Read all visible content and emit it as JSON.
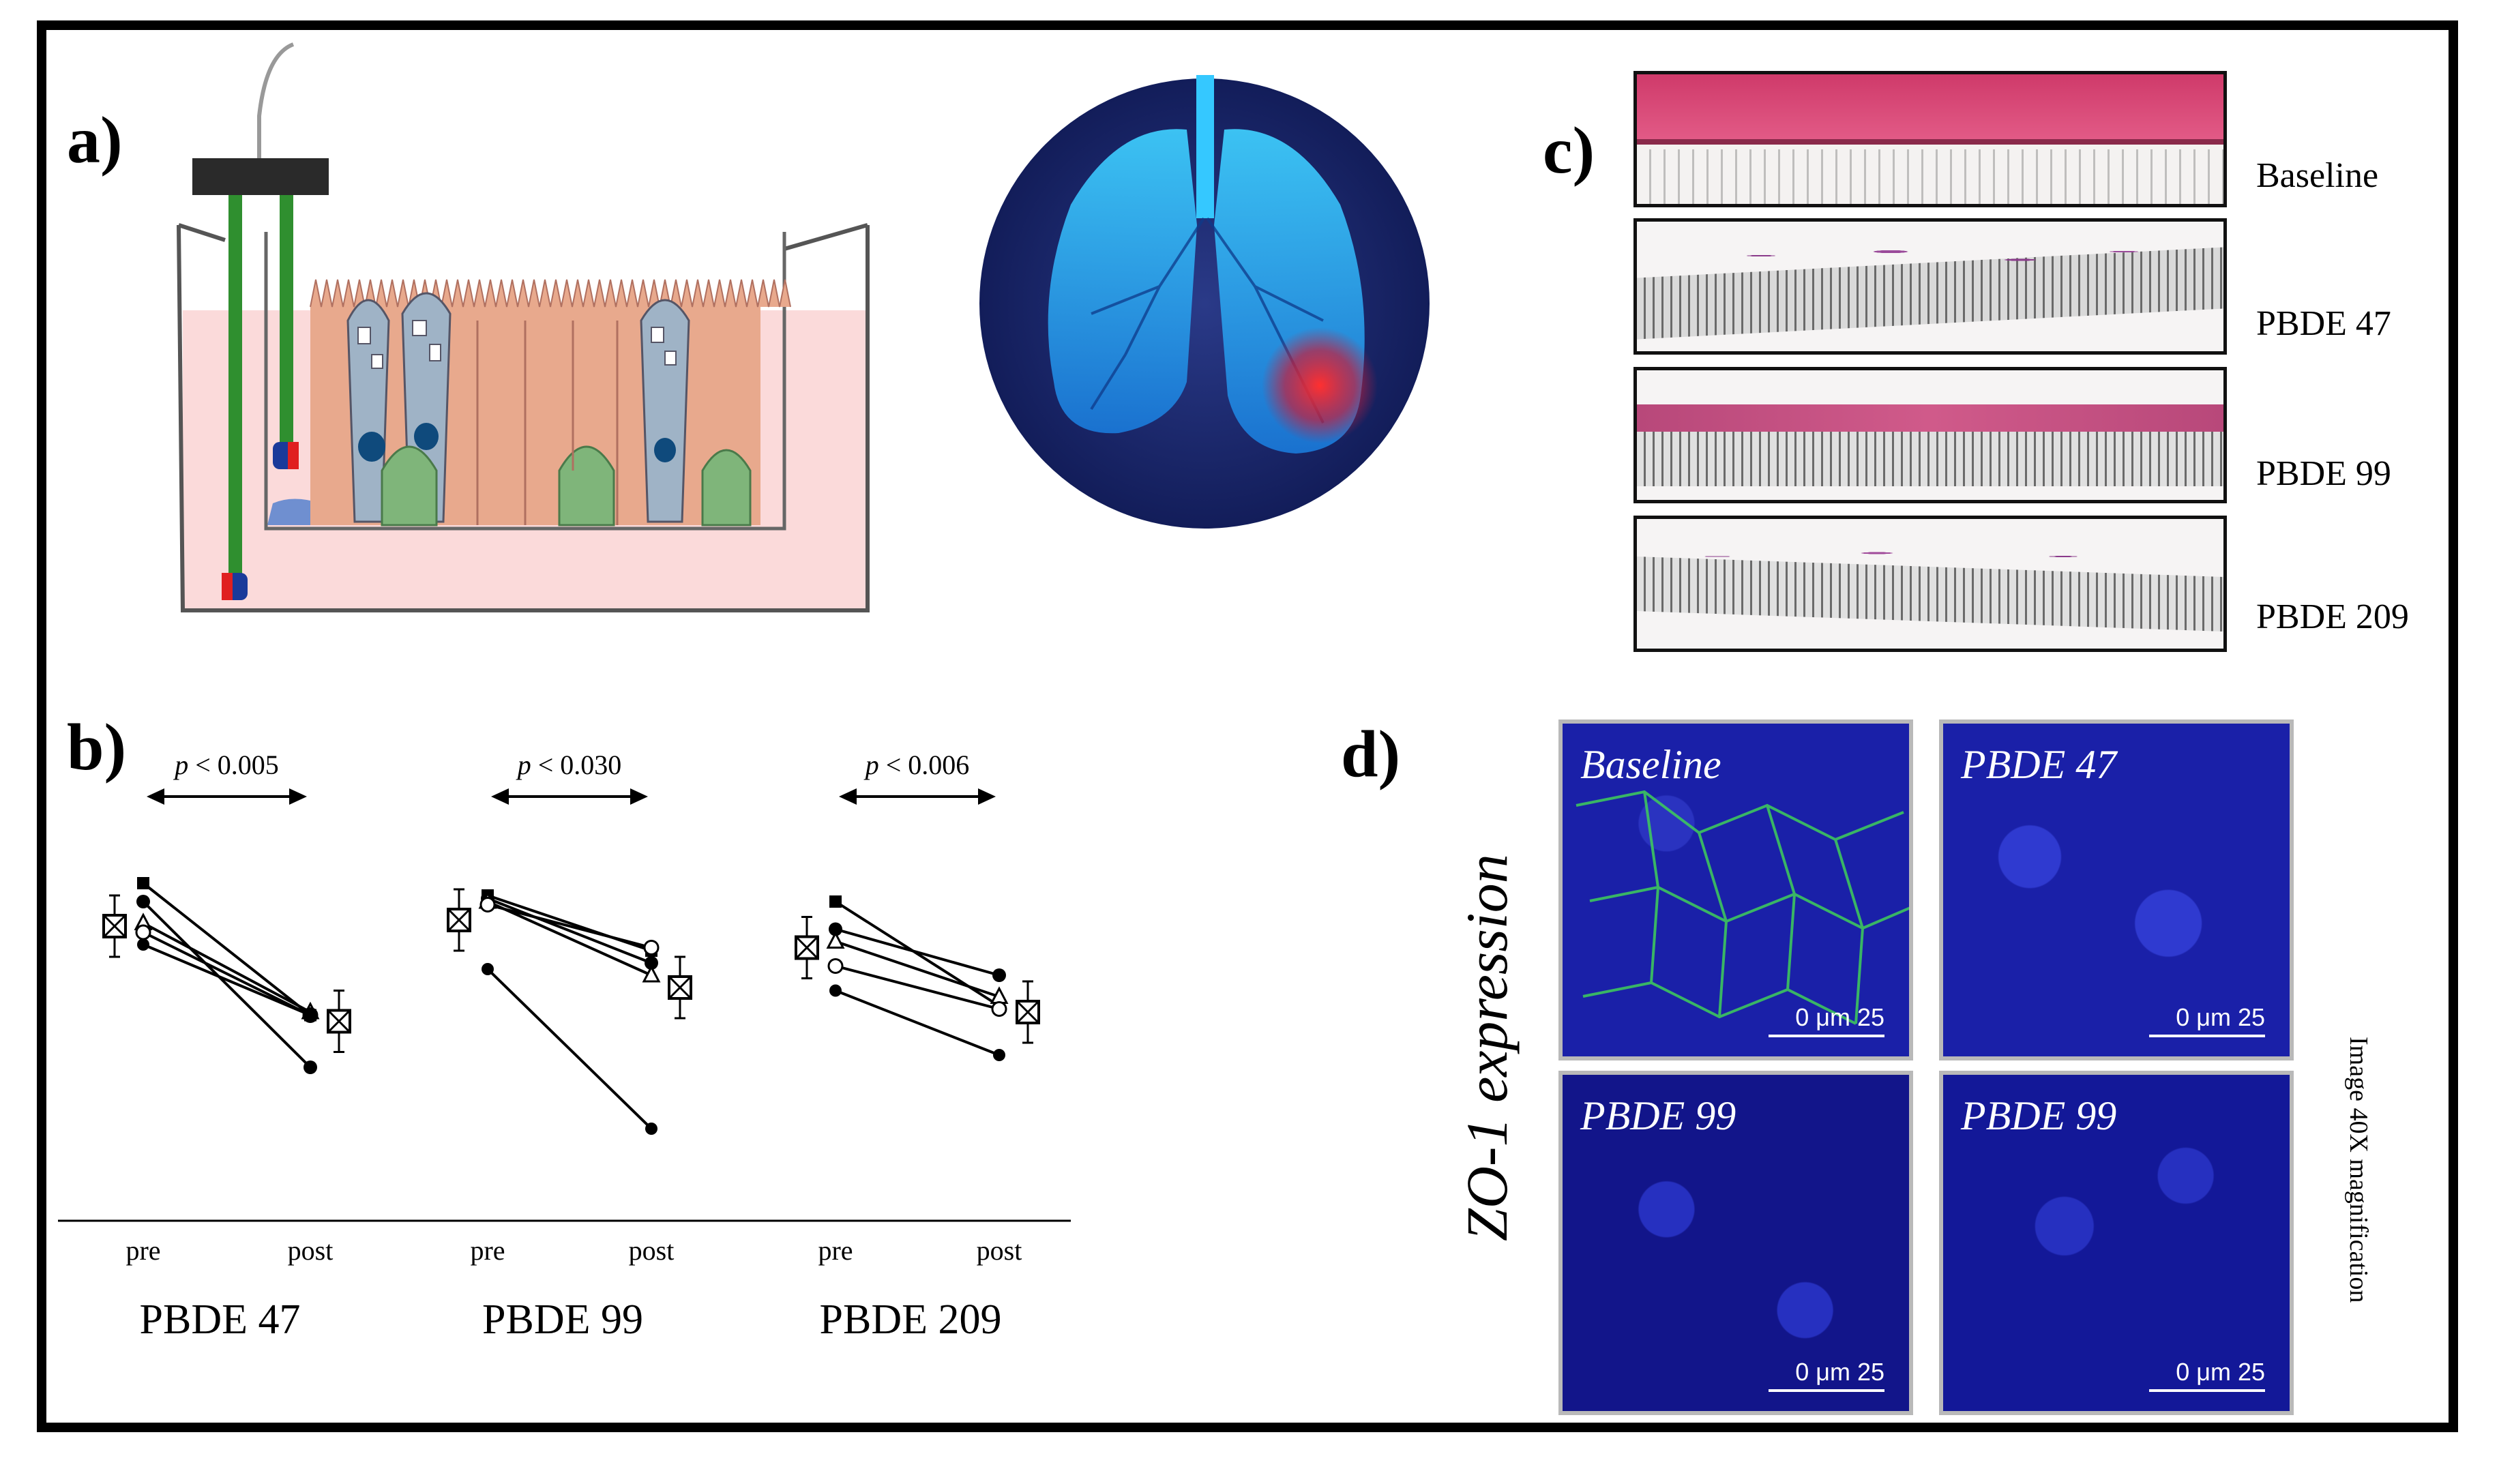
{
  "panels": {
    "a": "a)",
    "b": "b)",
    "c": "c)",
    "d": "d)"
  },
  "panel_c": {
    "rows": [
      "Baseline",
      "PBDE 47",
      "PBDE 99",
      "PBDE 209"
    ]
  },
  "panel_d": {
    "side_label": "ZO-1 expression",
    "magnification": "Image 40X magnification",
    "tiles": [
      "Baseline",
      "PBDE 47",
      "PBDE 99",
      "PBDE 99"
    ],
    "scale_text": "0   μm 25"
  },
  "chart_data": {
    "type": "line",
    "xlabel": "",
    "ylabel": "",
    "groups": [
      {
        "name": "PBDE 47",
        "p_label": "p",
        "p_value": "< 0.005",
        "x_labels": [
          "pre",
          "post"
        ],
        "pairs": [
          [
            0.9,
            0.47
          ],
          [
            0.84,
            0.3
          ],
          [
            0.77,
            0.48
          ],
          [
            0.74,
            0.47
          ],
          [
            0.7,
            0.47
          ]
        ],
        "summary": {
          "pre": 0.76,
          "post": 0.45
        }
      },
      {
        "name": "PBDE 99",
        "p_label": "p",
        "p_value": "< 0.030",
        "x_labels": [
          "pre",
          "post"
        ],
        "pairs": [
          [
            0.86,
            0.68
          ],
          [
            0.85,
            0.64
          ],
          [
            0.84,
            0.6
          ],
          [
            0.83,
            0.69
          ],
          [
            0.62,
            0.1
          ]
        ],
        "summary": {
          "pre": 0.78,
          "post": 0.56
        }
      },
      {
        "name": "PBDE 209",
        "p_label": "p",
        "p_value": "< 0.006",
        "x_labels": [
          "pre",
          "post"
        ],
        "pairs": [
          [
            0.84,
            0.5
          ],
          [
            0.75,
            0.6
          ],
          [
            0.71,
            0.53
          ],
          [
            0.63,
            0.49
          ],
          [
            0.55,
            0.34
          ]
        ],
        "summary": {
          "pre": 0.69,
          "post": 0.48
        }
      }
    ]
  }
}
